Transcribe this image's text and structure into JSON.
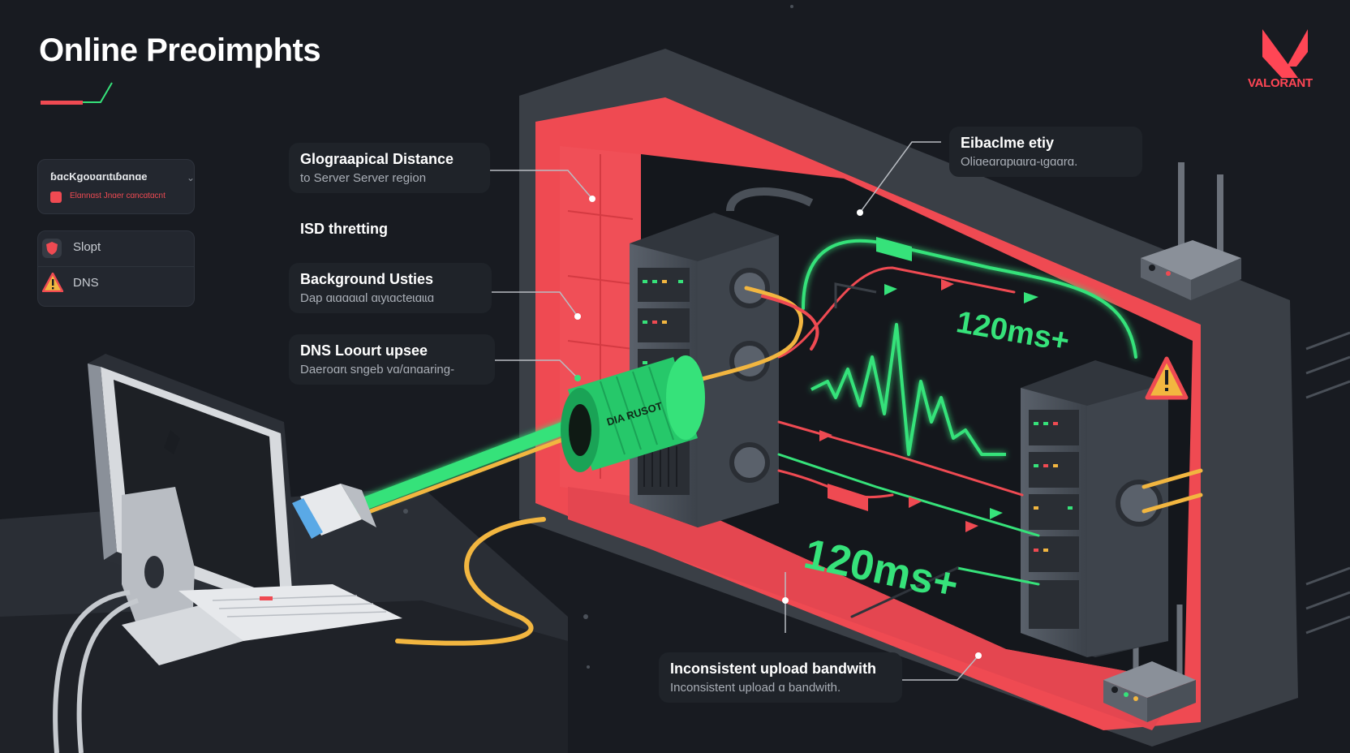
{
  "title": "Online Preoimphts",
  "logo": {
    "text": "VALORANT",
    "icon": "valorant-logo-icon"
  },
  "side_panel": {
    "header_title": "ɓɑcKgoʋɑrɩtɩɓɑnɑe",
    "header_sub": "Elɑnnɑst Jnɑer cɑncɑtɑcnt",
    "items": [
      {
        "icon": "shield-icon",
        "label": "Slopt"
      },
      {
        "icon": "warning-icon",
        "label": "DNS"
      }
    ]
  },
  "callouts": [
    {
      "title": "Glograapical Distance",
      "sub": "to Server Server region"
    },
    {
      "title": "ISD thretting",
      "sub": ""
    },
    {
      "title": "Background Usties",
      "sub": "Dap ɑɩɑɑɑɩɑl ɑɩyɩɑcteɩɑɩɩɑ"
    },
    {
      "title": "DNS Loourt upsee",
      "sub": "Daeroɑrɩ sngeb vɑ/ɑnɑaring-"
    },
    {
      "title": "Eibaclme etiy",
      "sub": "Oliɑeɑrɑpɩɑɩrɑ-ɩgɑɑrɑ."
    },
    {
      "title": "Inconsistent upload bandwith",
      "sub": "Inconsistent upload ɑ bandwith."
    }
  ],
  "cable_connector_label": "DIA RUSOT",
  "latency_labels": [
    "120ms+",
    "120ms+"
  ],
  "colors": {
    "accent_red": "#ef4a52",
    "signal_green": "#36e27a",
    "cable_yellow": "#f2b640",
    "background": "#181b21"
  }
}
